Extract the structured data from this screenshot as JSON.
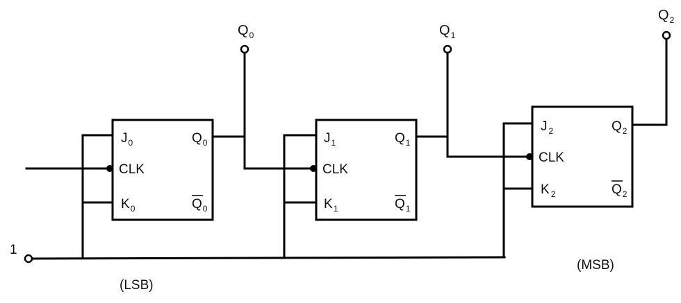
{
  "input_label": "1",
  "lsb_label": "(LSB)",
  "msb_label": "(MSB)",
  "clk_label": "CLK",
  "flip_flops": [
    {
      "j": "J",
      "k": "K",
      "q": "Q",
      "qbar": "Q",
      "index": "0"
    },
    {
      "j": "J",
      "k": "K",
      "q": "Q",
      "qbar": "Q",
      "index": "1"
    },
    {
      "j": "J",
      "k": "K",
      "q": "Q",
      "qbar": "Q",
      "index": "2"
    }
  ],
  "outputs": [
    {
      "label": "Q",
      "index": "0"
    },
    {
      "label": "Q",
      "index": "1"
    },
    {
      "label": "Q",
      "index": "2"
    }
  ]
}
